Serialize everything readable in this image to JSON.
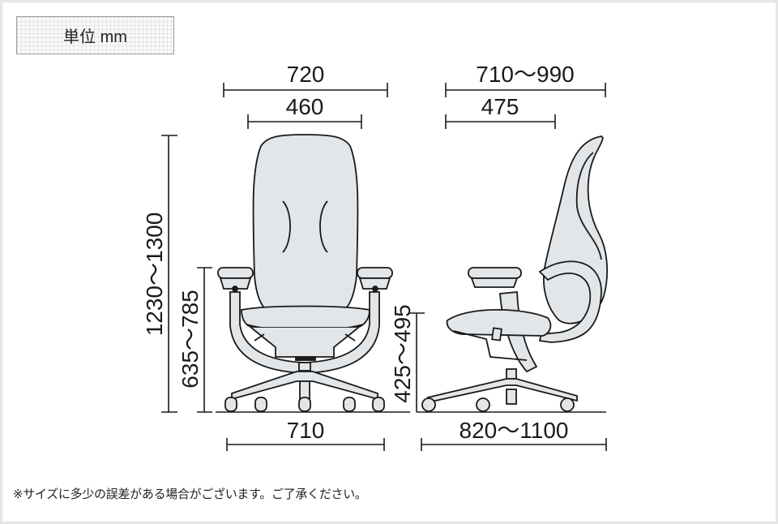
{
  "unit_label": "単位 mm",
  "note": "※サイズに多少の誤差がある場合がございます。ご了承ください。",
  "front_view": {
    "overall_width": "720",
    "back_width": "460",
    "overall_height": "1230〜1300",
    "armrest_height": "635〜785",
    "base_width": "710"
  },
  "side_view": {
    "overall_depth": "710〜990",
    "seat_depth": "475",
    "seat_height": "425〜495",
    "base_depth": "820〜1100"
  },
  "colors": {
    "line": "#1a1a1a",
    "fill": "#e3e6e9",
    "frame": "#e6e6e6"
  }
}
